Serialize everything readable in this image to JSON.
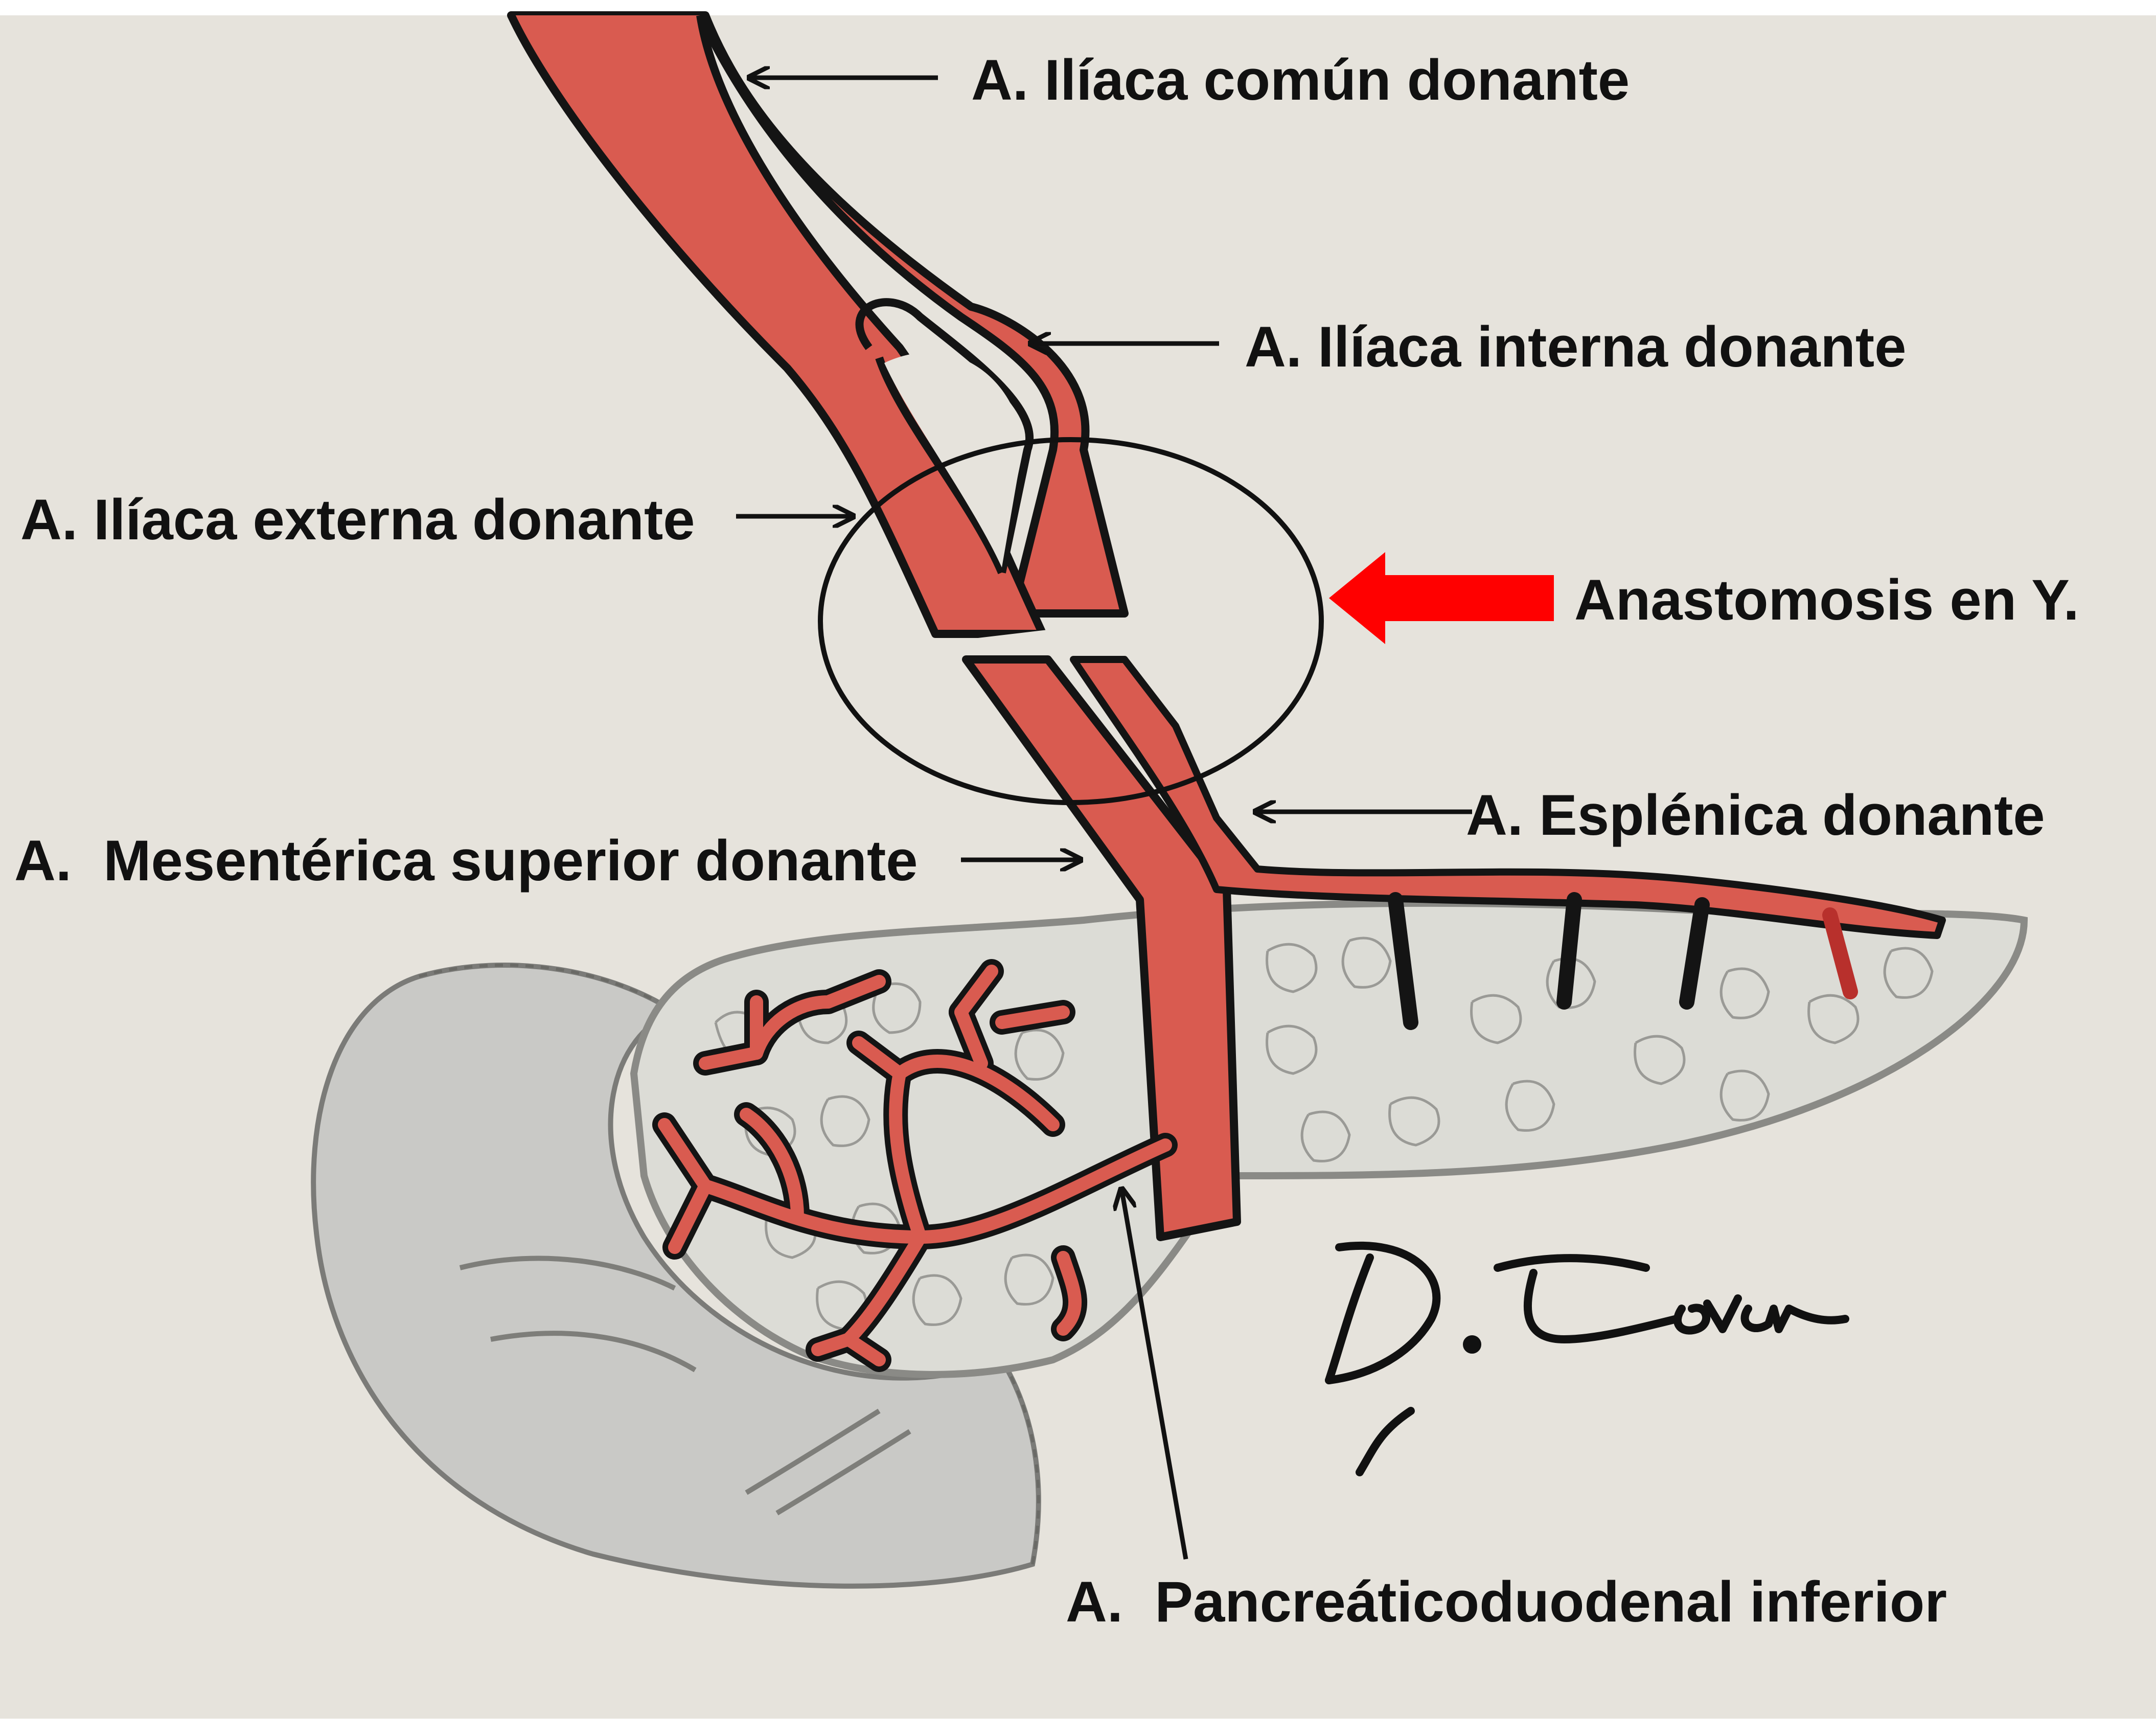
{
  "labels": {
    "common_iliac": "A. Ilíaca común donante",
    "internal_iliac": "A. Ilíaca interna donante",
    "external_iliac": "A. Ilíaca externa donante",
    "anastomosis": "Anastomosis en Y.",
    "splenic": "A. Esplénica donante",
    "sma": "A.  Mesentérica superior donante",
    "pancreaticoduodenal": "A.  Pancreáticoduodenal inferior"
  },
  "signature": "D. Tovar",
  "colors": {
    "paper": "#e6e3dc",
    "artery": "#d95b50",
    "artery_dark": "#b8302c",
    "outline": "#141414",
    "pancreas": "#dcdcd6",
    "duodenum": "#c9c9c6",
    "pointer_red": "#ff0000",
    "label_text": "#111111"
  }
}
